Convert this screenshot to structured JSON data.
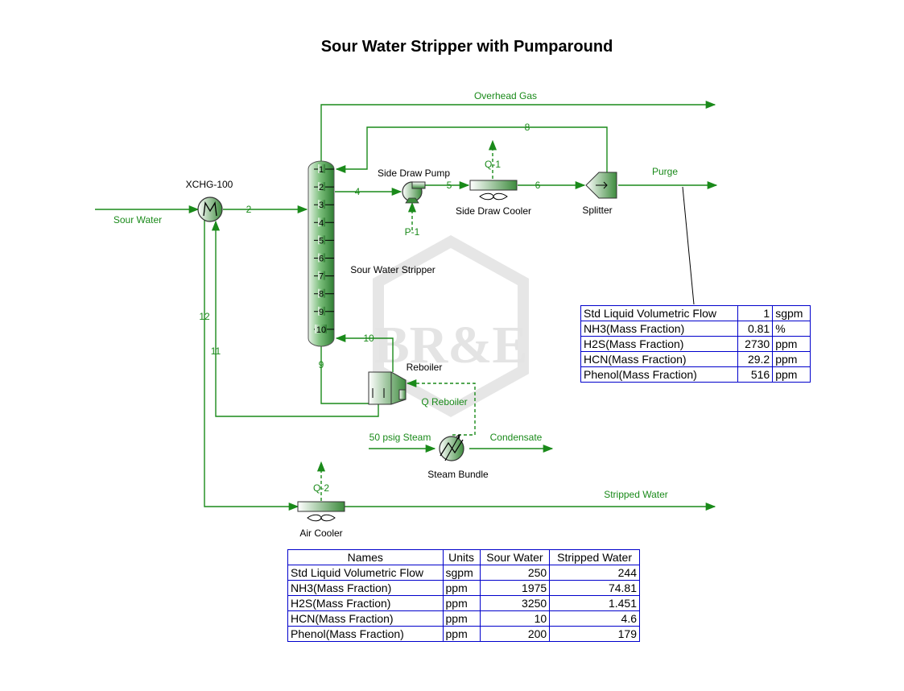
{
  "title": "Sour Water Stripper with Pumparound",
  "watermark": "BR&E",
  "colors": {
    "stream": "#1a8a1a",
    "table_grid": "#0000cc"
  },
  "equipment": {
    "exchanger": "XCHG-100",
    "column": "Sour Water Stripper",
    "pump": "Side Draw Pump",
    "cooler": "Side Draw Cooler",
    "splitter": "Splitter",
    "reboiler": "Reboiler",
    "steam_bundle": "Steam Bundle",
    "air_cooler": "Air Cooler"
  },
  "streams": {
    "overhead_gas": "Overhead Gas",
    "purge": "Purge",
    "sour_water": "Sour Water",
    "steam_in": "50 psig Steam",
    "condensate": "Condensate",
    "stripped_water": "Stripped Water",
    "s2": "2",
    "s4": "4",
    "s5": "5",
    "s6": "6",
    "s8": "8",
    "s9": "9",
    "s10": "10",
    "s11": "11",
    "s12": "12"
  },
  "energy": {
    "q1": "Q-1",
    "p1": "P-1",
    "q_reboiler": "Q Reboiler",
    "q2": "Q-2"
  },
  "column_stages": [
    "1",
    "2",
    "3",
    "4",
    "5",
    "6",
    "7",
    "8",
    "9",
    "10"
  ],
  "purge_table": {
    "rows": [
      {
        "name": "Std Liquid Volumetric Flow",
        "value": "1",
        "unit": "sgpm"
      },
      {
        "name": "NH3(Mass Fraction)",
        "value": "0.81",
        "unit": "%"
      },
      {
        "name": "H2S(Mass Fraction)",
        "value": "2730",
        "unit": "ppm"
      },
      {
        "name": "HCN(Mass Fraction)",
        "value": "29.2",
        "unit": "ppm"
      },
      {
        "name": "Phenol(Mass Fraction)",
        "value": "516",
        "unit": "ppm"
      }
    ]
  },
  "main_table": {
    "headers": {
      "names": "Names",
      "units": "Units",
      "sour": "Sour Water",
      "stripped": "Stripped Water"
    },
    "rows": [
      {
        "name": "Std Liquid Volumetric Flow",
        "unit": "sgpm",
        "sour": "250",
        "stripped": "244"
      },
      {
        "name": "NH3(Mass Fraction)",
        "unit": "ppm",
        "sour": "1975",
        "stripped": "74.81"
      },
      {
        "name": "H2S(Mass Fraction)",
        "unit": "ppm",
        "sour": "3250",
        "stripped": "1.451"
      },
      {
        "name": "HCN(Mass Fraction)",
        "unit": "ppm",
        "sour": "10",
        "stripped": "4.6"
      },
      {
        "name": "Phenol(Mass Fraction)",
        "unit": "ppm",
        "sour": "200",
        "stripped": "179"
      }
    ]
  }
}
